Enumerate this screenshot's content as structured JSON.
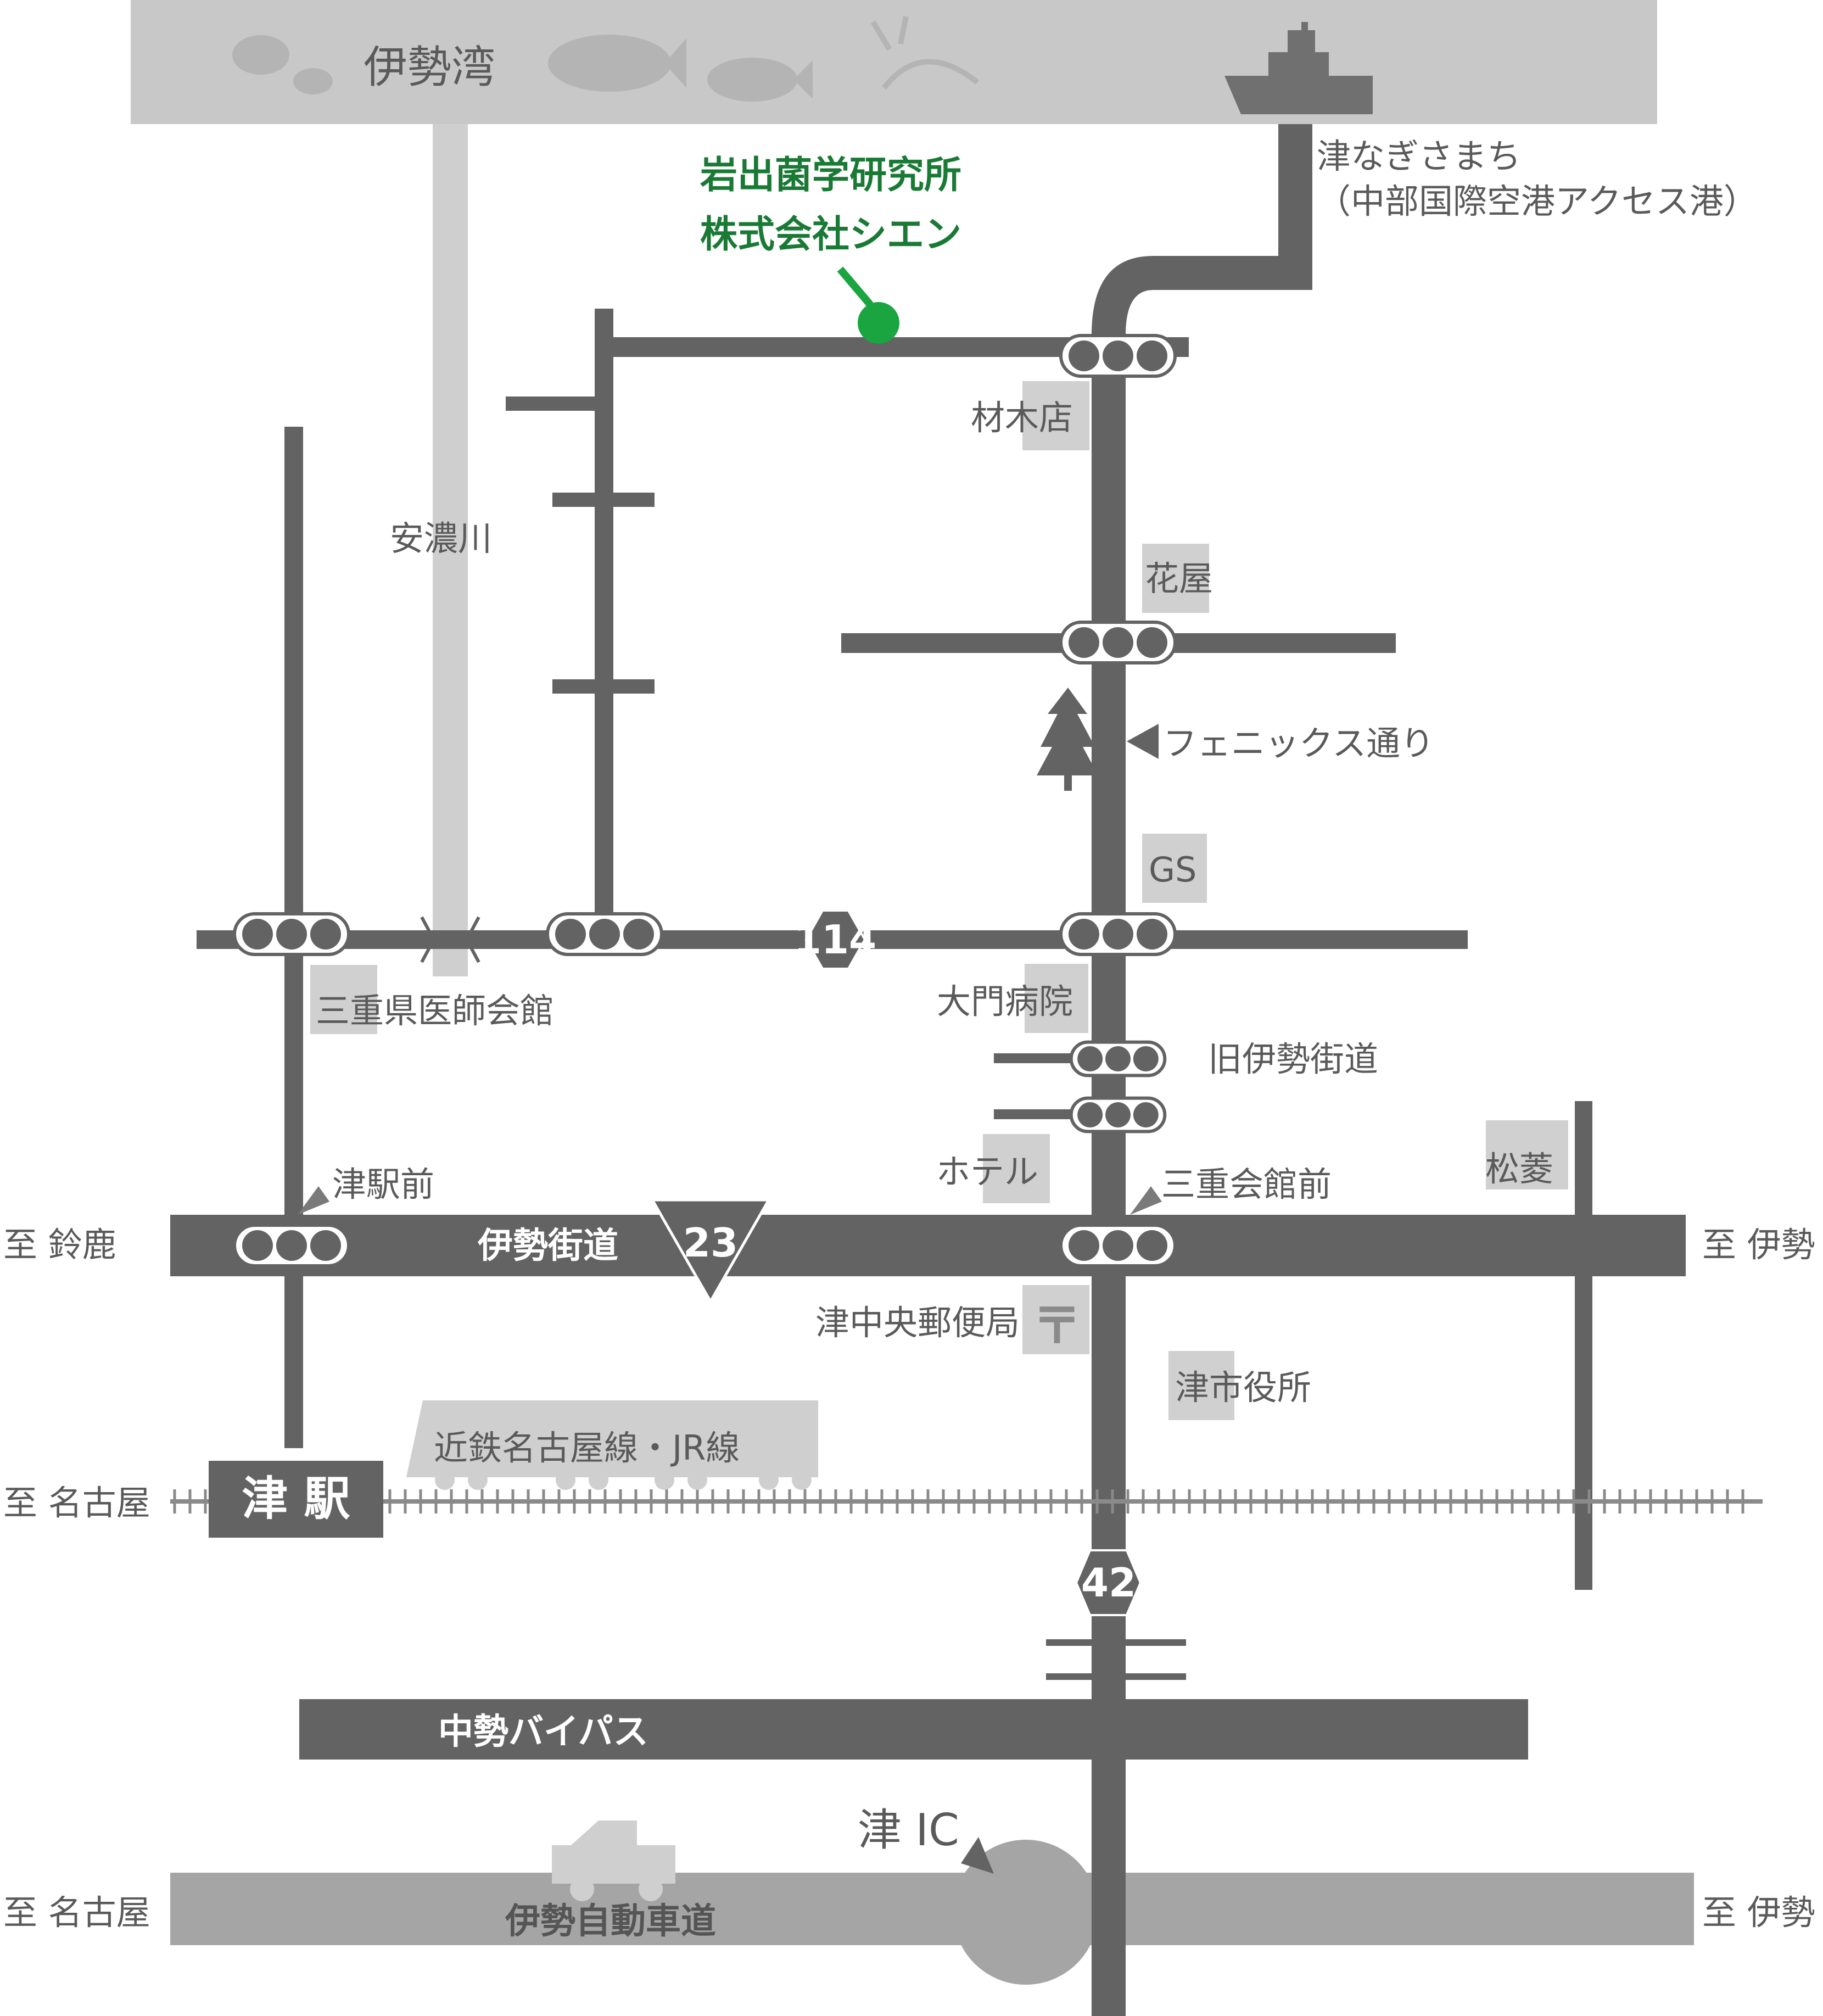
{
  "bay": "伊勢湾",
  "river": "安濃川",
  "company": {
    "line1": "岩出菌学研究所",
    "line2": "株式会社シエン"
  },
  "port": {
    "name": "津なぎさまち",
    "sub": "（中部国際空港アクセス港）"
  },
  "landmarks": {
    "lumber": "材木店",
    "florist": "花屋",
    "phoenix": "フェニックス通り",
    "gs": "GS",
    "hospital": "大門病院",
    "old_road": "旧伊勢街道",
    "hotel": "ホテル",
    "mie_hall": "三重会館前",
    "matsubishi": "松菱",
    "post_office": "津中央郵便局",
    "post_mark": "〒",
    "city_hall": "津市役所",
    "medical": "三重県医師会館",
    "station_front": "津駅前"
  },
  "roads": {
    "ise_kaido": "伊勢街道",
    "bypass": "中勢バイパス",
    "expressway": "伊勢自動車道",
    "railway": "近鉄名古屋線・JR線"
  },
  "routes": {
    "r114": "114",
    "r23": "23",
    "r42": "42"
  },
  "station": "津 駅",
  "ic": "津 IC",
  "directions": {
    "to_suzuka": "至 鈴鹿",
    "to_ise_1": "至 伊勢",
    "to_nagoya_1": "至 名古屋",
    "to_nagoya_2": "至 名古屋",
    "to_ise_2": "至 伊勢"
  },
  "colors": {
    "road": "#636363",
    "light_gray": "#cfcfcf",
    "bay": "#c8c8c9",
    "company": "#1a7a35",
    "company_pin": "#1aa540"
  }
}
